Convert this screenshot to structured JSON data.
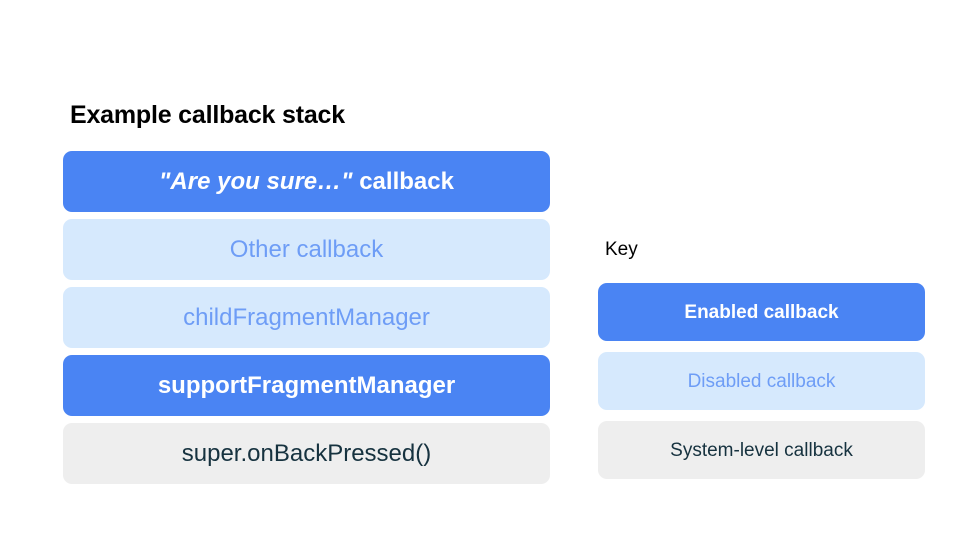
{
  "stack": {
    "title": "Example callback stack",
    "items": [
      {
        "label": "\"Are you sure…\" callback",
        "quoted_part": "\"Are you sure…\"",
        "plain_part": " callback",
        "state": "enabled"
      },
      {
        "label": "Other callback",
        "state": "disabled"
      },
      {
        "label": "childFragmentManager",
        "state": "disabled"
      },
      {
        "label": "supportFragmentManager",
        "state": "enabled"
      },
      {
        "label": "super.onBackPressed()",
        "state": "system"
      }
    ]
  },
  "key": {
    "title": "Key",
    "items": [
      {
        "label": "Enabled callback",
        "state": "enabled"
      },
      {
        "label": "Disabled callback",
        "state": "disabled"
      },
      {
        "label": "System-level callback",
        "state": "system"
      }
    ]
  },
  "colors": {
    "enabled_bg": "#4a84f3",
    "enabled_text": "#ffffff",
    "disabled_bg": "#d6e9fd",
    "disabled_text": "#6e9df6",
    "system_bg": "#eeeeee",
    "system_text": "#16323f",
    "page_bg": "#ffffff",
    "title_text": "#000000"
  }
}
